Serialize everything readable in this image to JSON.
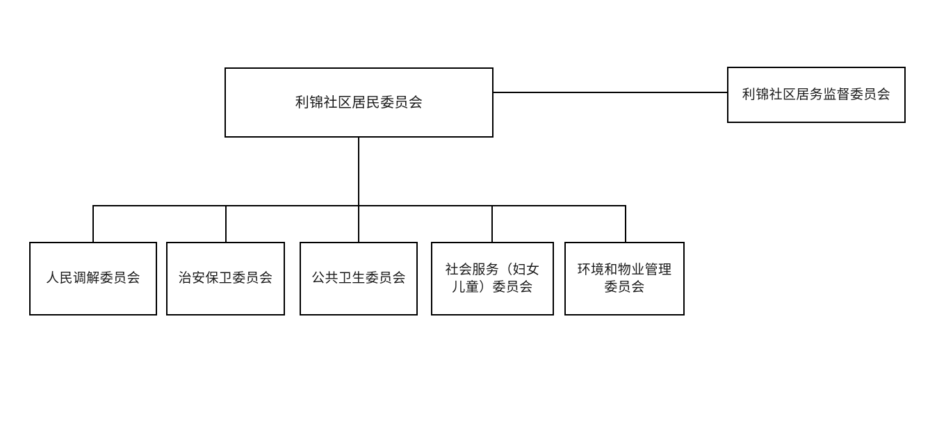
{
  "diagram": {
    "type": "organization-chart",
    "orientation": "top-down",
    "background_color": "#ffffff",
    "line_color": "#000000",
    "text_color": "#1a1a1a",
    "root": {
      "label": "利锦社区居民委员会"
    },
    "lateral": {
      "label": "利锦社区居务监督委员会",
      "relation": "parallel-supervisory-body"
    },
    "children": [
      {
        "label": "人民调解委员会"
      },
      {
        "label": "治安保卫委员会"
      },
      {
        "label": "公共卫生委员会"
      },
      {
        "label": "社会服务（妇女\n儿童）委员会"
      },
      {
        "label": "环境和物业管理\n委员会"
      }
    ]
  }
}
